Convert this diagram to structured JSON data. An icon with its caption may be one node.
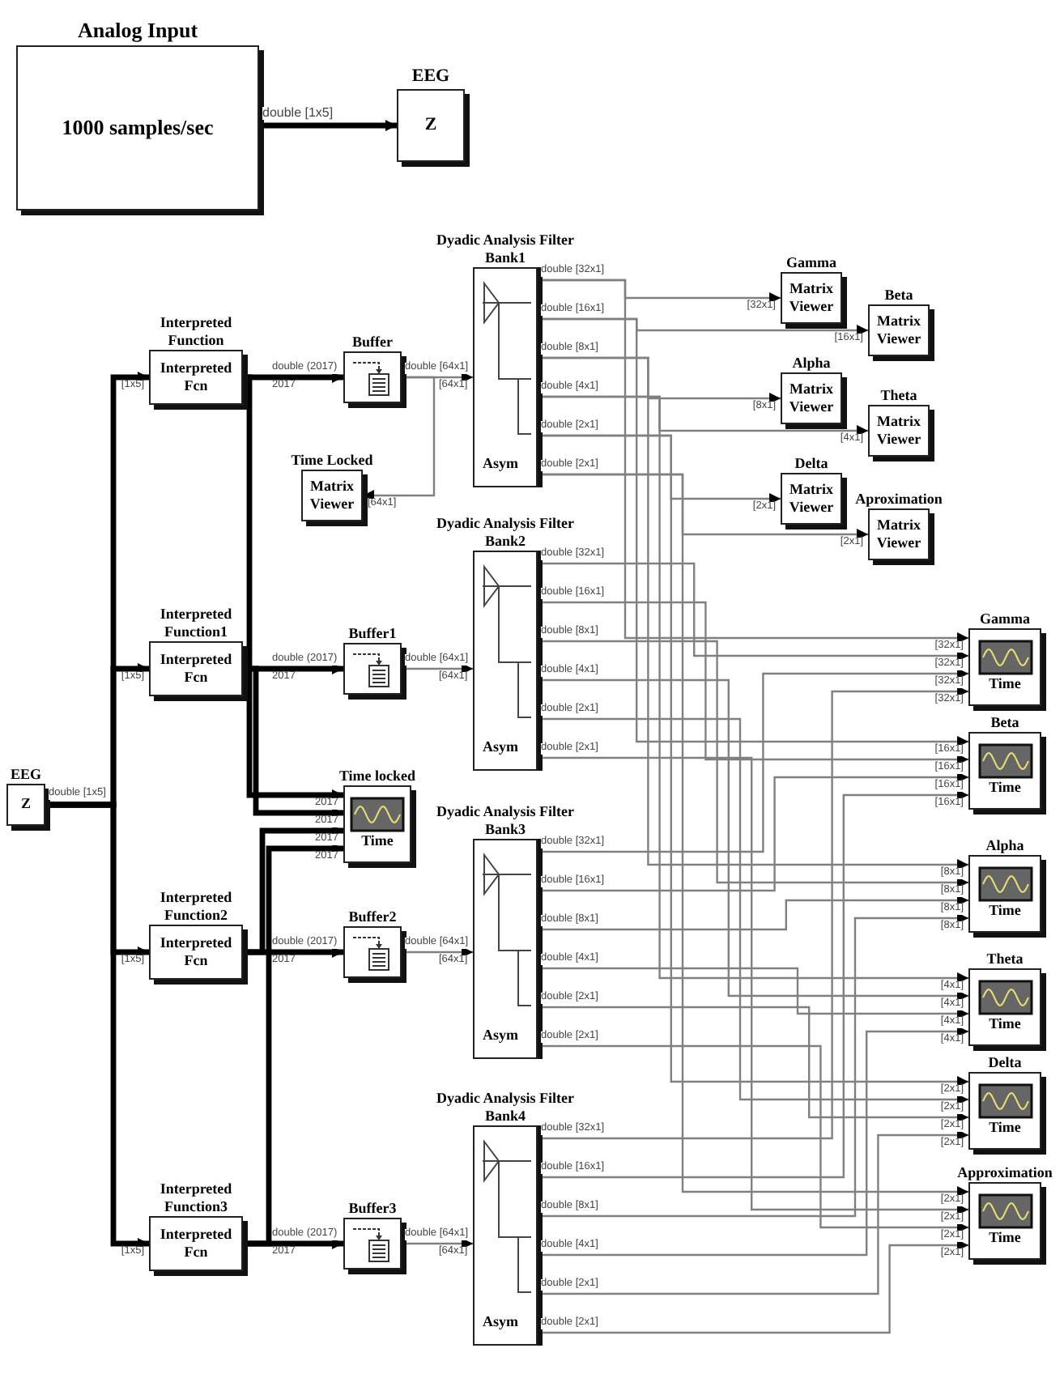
{
  "diagram": {
    "nodes": [
      {
        "text": [
          "Analog Input",
          "1000 samples/sec"
        ]
      },
      {
        "text": [
          "EEG",
          "Z"
        ]
      },
      {
        "text": [
          "EEG",
          "Z"
        ]
      },
      {
        "text": [
          "Interpreted Function",
          "Interpreted Fcn"
        ]
      },
      {
        "text": [
          "Interpreted Function1",
          "Interpreted Fcn"
        ]
      },
      {
        "text": [
          "Interpreted Function2",
          "Interpreted Fcn"
        ]
      },
      {
        "text": [
          "Interpreted Function3",
          "Interpreted Fcn"
        ]
      },
      {
        "text": [
          "Buffer"
        ]
      },
      {
        "text": [
          "Buffer1"
        ]
      },
      {
        "text": [
          "Buffer2"
        ]
      },
      {
        "text": [
          "Buffer3"
        ]
      },
      {
        "text": [
          "Time Locked",
          "Matrix Viewer"
        ]
      },
      {
        "text": [
          "Time locked",
          "Time"
        ]
      },
      {
        "text": [
          "Dyadic Analysis Filter Bank1",
          "Asym"
        ]
      },
      {
        "text": [
          "Dyadic Analysis Filter Bank2",
          "Asym"
        ]
      },
      {
        "text": [
          "Dyadic Analysis Filter Bank3",
          "Asym"
        ]
      },
      {
        "text": [
          "Dyadic Analysis Filter Bank4",
          "Asym"
        ]
      },
      {
        "text": [
          "Gamma",
          "Matrix Viewer"
        ]
      },
      {
        "text": [
          "Beta",
          "Matrix Viewer"
        ]
      },
      {
        "text": [
          "Alpha",
          "Matrix Viewer"
        ]
      },
      {
        "text": [
          "Theta",
          "Matrix Viewer"
        ]
      },
      {
        "text": [
          "Delta",
          "Matrix Viewer"
        ]
      },
      {
        "text": [
          "Aproximation",
          "Matrix Viewer"
        ]
      },
      {
        "text": [
          "Gamma",
          "Time"
        ]
      },
      {
        "text": [
          "Beta",
          "Time"
        ]
      },
      {
        "text": [
          "Alpha",
          "Time"
        ]
      },
      {
        "text": [
          "Theta",
          "Time"
        ]
      },
      {
        "text": [
          "Delta",
          "Time"
        ]
      },
      {
        "text": [
          "Approximation",
          "Time"
        ]
      }
    ],
    "edges": [
      {
        "from": 0,
        "to": 1,
        "arrow": "to",
        "label": "double [1x5]",
        "style": "thick",
        "color": "#000000"
      },
      {
        "from": 2,
        "to": 3,
        "arrow": "to",
        "label": "[1x5]",
        "style": "thick",
        "color": "#000000"
      },
      {
        "from": 2,
        "to": 4,
        "arrow": "to",
        "label": "[1x5]",
        "style": "thick",
        "color": "#000000"
      },
      {
        "from": 2,
        "to": 5,
        "arrow": "to",
        "label": "[1x5]",
        "style": "thick",
        "color": "#000000"
      },
      {
        "from": 2,
        "to": 6,
        "arrow": "to",
        "label": "[1x5]",
        "style": "thick",
        "color": "#000000"
      },
      {
        "from": 3,
        "to": 7,
        "arrow": "to",
        "label": "double (2017)",
        "style": "thick",
        "color": "#000000"
      },
      {
        "from": 4,
        "to": 8,
        "arrow": "to",
        "label": "double (2017)",
        "style": "thick",
        "color": "#000000"
      },
      {
        "from": 5,
        "to": 9,
        "arrow": "to",
        "label": "double (2017)",
        "style": "thick",
        "color": "#000000"
      },
      {
        "from": 6,
        "to": 10,
        "arrow": "to",
        "label": "double (2017)",
        "style": "thick",
        "color": "#000000"
      },
      {
        "from": 3,
        "to": 12,
        "arrow": "to",
        "label": "2017",
        "style": "thick",
        "color": "#000000"
      },
      {
        "from": 4,
        "to": 12,
        "arrow": "to",
        "label": "2017",
        "style": "thick",
        "color": "#000000"
      },
      {
        "from": 5,
        "to": 12,
        "arrow": "to",
        "label": "2017",
        "style": "thick",
        "color": "#000000"
      },
      {
        "from": 6,
        "to": 12,
        "arrow": "to",
        "label": "2017",
        "style": "thick",
        "color": "#000000"
      },
      {
        "from": 7,
        "to": 13,
        "arrow": "to",
        "label": "double [64x1]"
      },
      {
        "from": 8,
        "to": 14,
        "arrow": "to",
        "label": "double [64x1]"
      },
      {
        "from": 9,
        "to": 15,
        "arrow": "to",
        "label": "double [64x1]"
      },
      {
        "from": 10,
        "to": 16,
        "arrow": "to",
        "label": "double [64x1]"
      },
      {
        "from": 7,
        "to": 11,
        "arrow": "to",
        "label": "[64x1]"
      },
      {
        "from": 13,
        "to": 17,
        "arrow": "to",
        "label": "[32x1]"
      },
      {
        "from": 13,
        "to": 18,
        "arrow": "to",
        "label": "[16x1]"
      },
      {
        "from": 13,
        "to": 19,
        "arrow": "to",
        "label": "[8x1]"
      },
      {
        "from": 13,
        "to": 20,
        "arrow": "to",
        "label": "[4x1]"
      },
      {
        "from": 13,
        "to": 21,
        "arrow": "to",
        "label": "[2x1]"
      },
      {
        "from": 13,
        "to": 22,
        "arrow": "to",
        "label": "[2x1]"
      },
      {
        "from": 13,
        "to": 23,
        "arrow": "to",
        "label": "[32x1]"
      },
      {
        "from": 13,
        "to": 24,
        "arrow": "to",
        "label": "[16x1]"
      },
      {
        "from": 13,
        "to": 25,
        "arrow": "to",
        "label": "[8x1]"
      },
      {
        "from": 13,
        "to": 26,
        "arrow": "to",
        "label": "[4x1]"
      },
      {
        "from": 13,
        "to": 27,
        "arrow": "to",
        "label": "[2x1]"
      },
      {
        "from": 13,
        "to": 28,
        "arrow": "to",
        "label": "[2x1]"
      },
      {
        "from": 14,
        "to": 23,
        "arrow": "to",
        "label": "[32x1]"
      },
      {
        "from": 14,
        "to": 24,
        "arrow": "to",
        "label": "[16x1]"
      },
      {
        "from": 14,
        "to": 25,
        "arrow": "to",
        "label": "[8x1]"
      },
      {
        "from": 14,
        "to": 26,
        "arrow": "to",
        "label": "[4x1]"
      },
      {
        "from": 14,
        "to": 27,
        "arrow": "to",
        "label": "[2x1]"
      },
      {
        "from": 14,
        "to": 28,
        "arrow": "to",
        "label": "[2x1]"
      },
      {
        "from": 15,
        "to": 23,
        "arrow": "to",
        "label": "[32x1]"
      },
      {
        "from": 15,
        "to": 24,
        "arrow": "to",
        "label": "[16x1]"
      },
      {
        "from": 15,
        "to": 25,
        "arrow": "to",
        "label": "[8x1]"
      },
      {
        "from": 15,
        "to": 26,
        "arrow": "to",
        "label": "[4x1]"
      },
      {
        "from": 15,
        "to": 27,
        "arrow": "to",
        "label": "[2x1]"
      },
      {
        "from": 15,
        "to": 28,
        "arrow": "to",
        "label": "[2x1]"
      },
      {
        "from": 16,
        "to": 23,
        "arrow": "to",
        "label": "[32x1]"
      },
      {
        "from": 16,
        "to": 24,
        "arrow": "to",
        "label": "[16x1]"
      },
      {
        "from": 16,
        "to": 25,
        "arrow": "to",
        "label": "[8x1]"
      },
      {
        "from": 16,
        "to": 26,
        "arrow": "to",
        "label": "[4x1]"
      },
      {
        "from": 16,
        "to": 27,
        "arrow": "to",
        "label": "[2x1]"
      },
      {
        "from": 16,
        "to": 28,
        "arrow": "to",
        "label": "[2x1]"
      }
    ],
    "labels": [
      "double [1x5]",
      "2017",
      "2017",
      "2017",
      "2017",
      "[64x1]",
      "[64x1]",
      "[64x1]",
      "[64x1]",
      "double [32x1]",
      "double [16x1]",
      "double [8x1]",
      "double [4x1]",
      "double [2x1]",
      "double [2x1]",
      "double [32x1]",
      "double [16x1]",
      "double [8x1]",
      "double [4x1]",
      "double [2x1]",
      "double [2x1]",
      "double [32x1]",
      "double [16x1]",
      "double [8x1]",
      "double [4x1]",
      "double [2x1]",
      "double [2x1]",
      "double [32x1]",
      "double [16x1]",
      "double [8x1]",
      "double [4x1]",
      "double [2x1]",
      "double [2x1]"
    ]
  }
}
